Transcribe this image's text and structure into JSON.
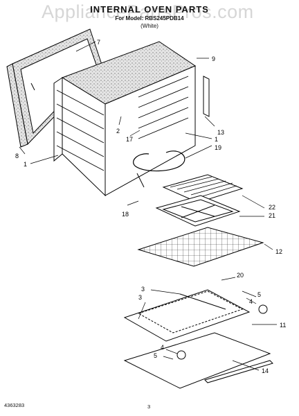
{
  "header": {
    "title": "INTERNAL OVEN PARTS",
    "model": "For Model: RBS245PDB14",
    "color": "(White)"
  },
  "watermark": "AppliancePartsPros.com",
  "footer": {
    "doc_number": "4363283",
    "page_number": "3"
  },
  "callouts": [
    "9",
    "7",
    "2",
    "17",
    "13",
    "1",
    "8",
    "1",
    "19",
    "18",
    "22",
    "21",
    "12",
    "20",
    "3",
    "5",
    "4",
    "3",
    "11",
    "4",
    "5",
    "14"
  ]
}
